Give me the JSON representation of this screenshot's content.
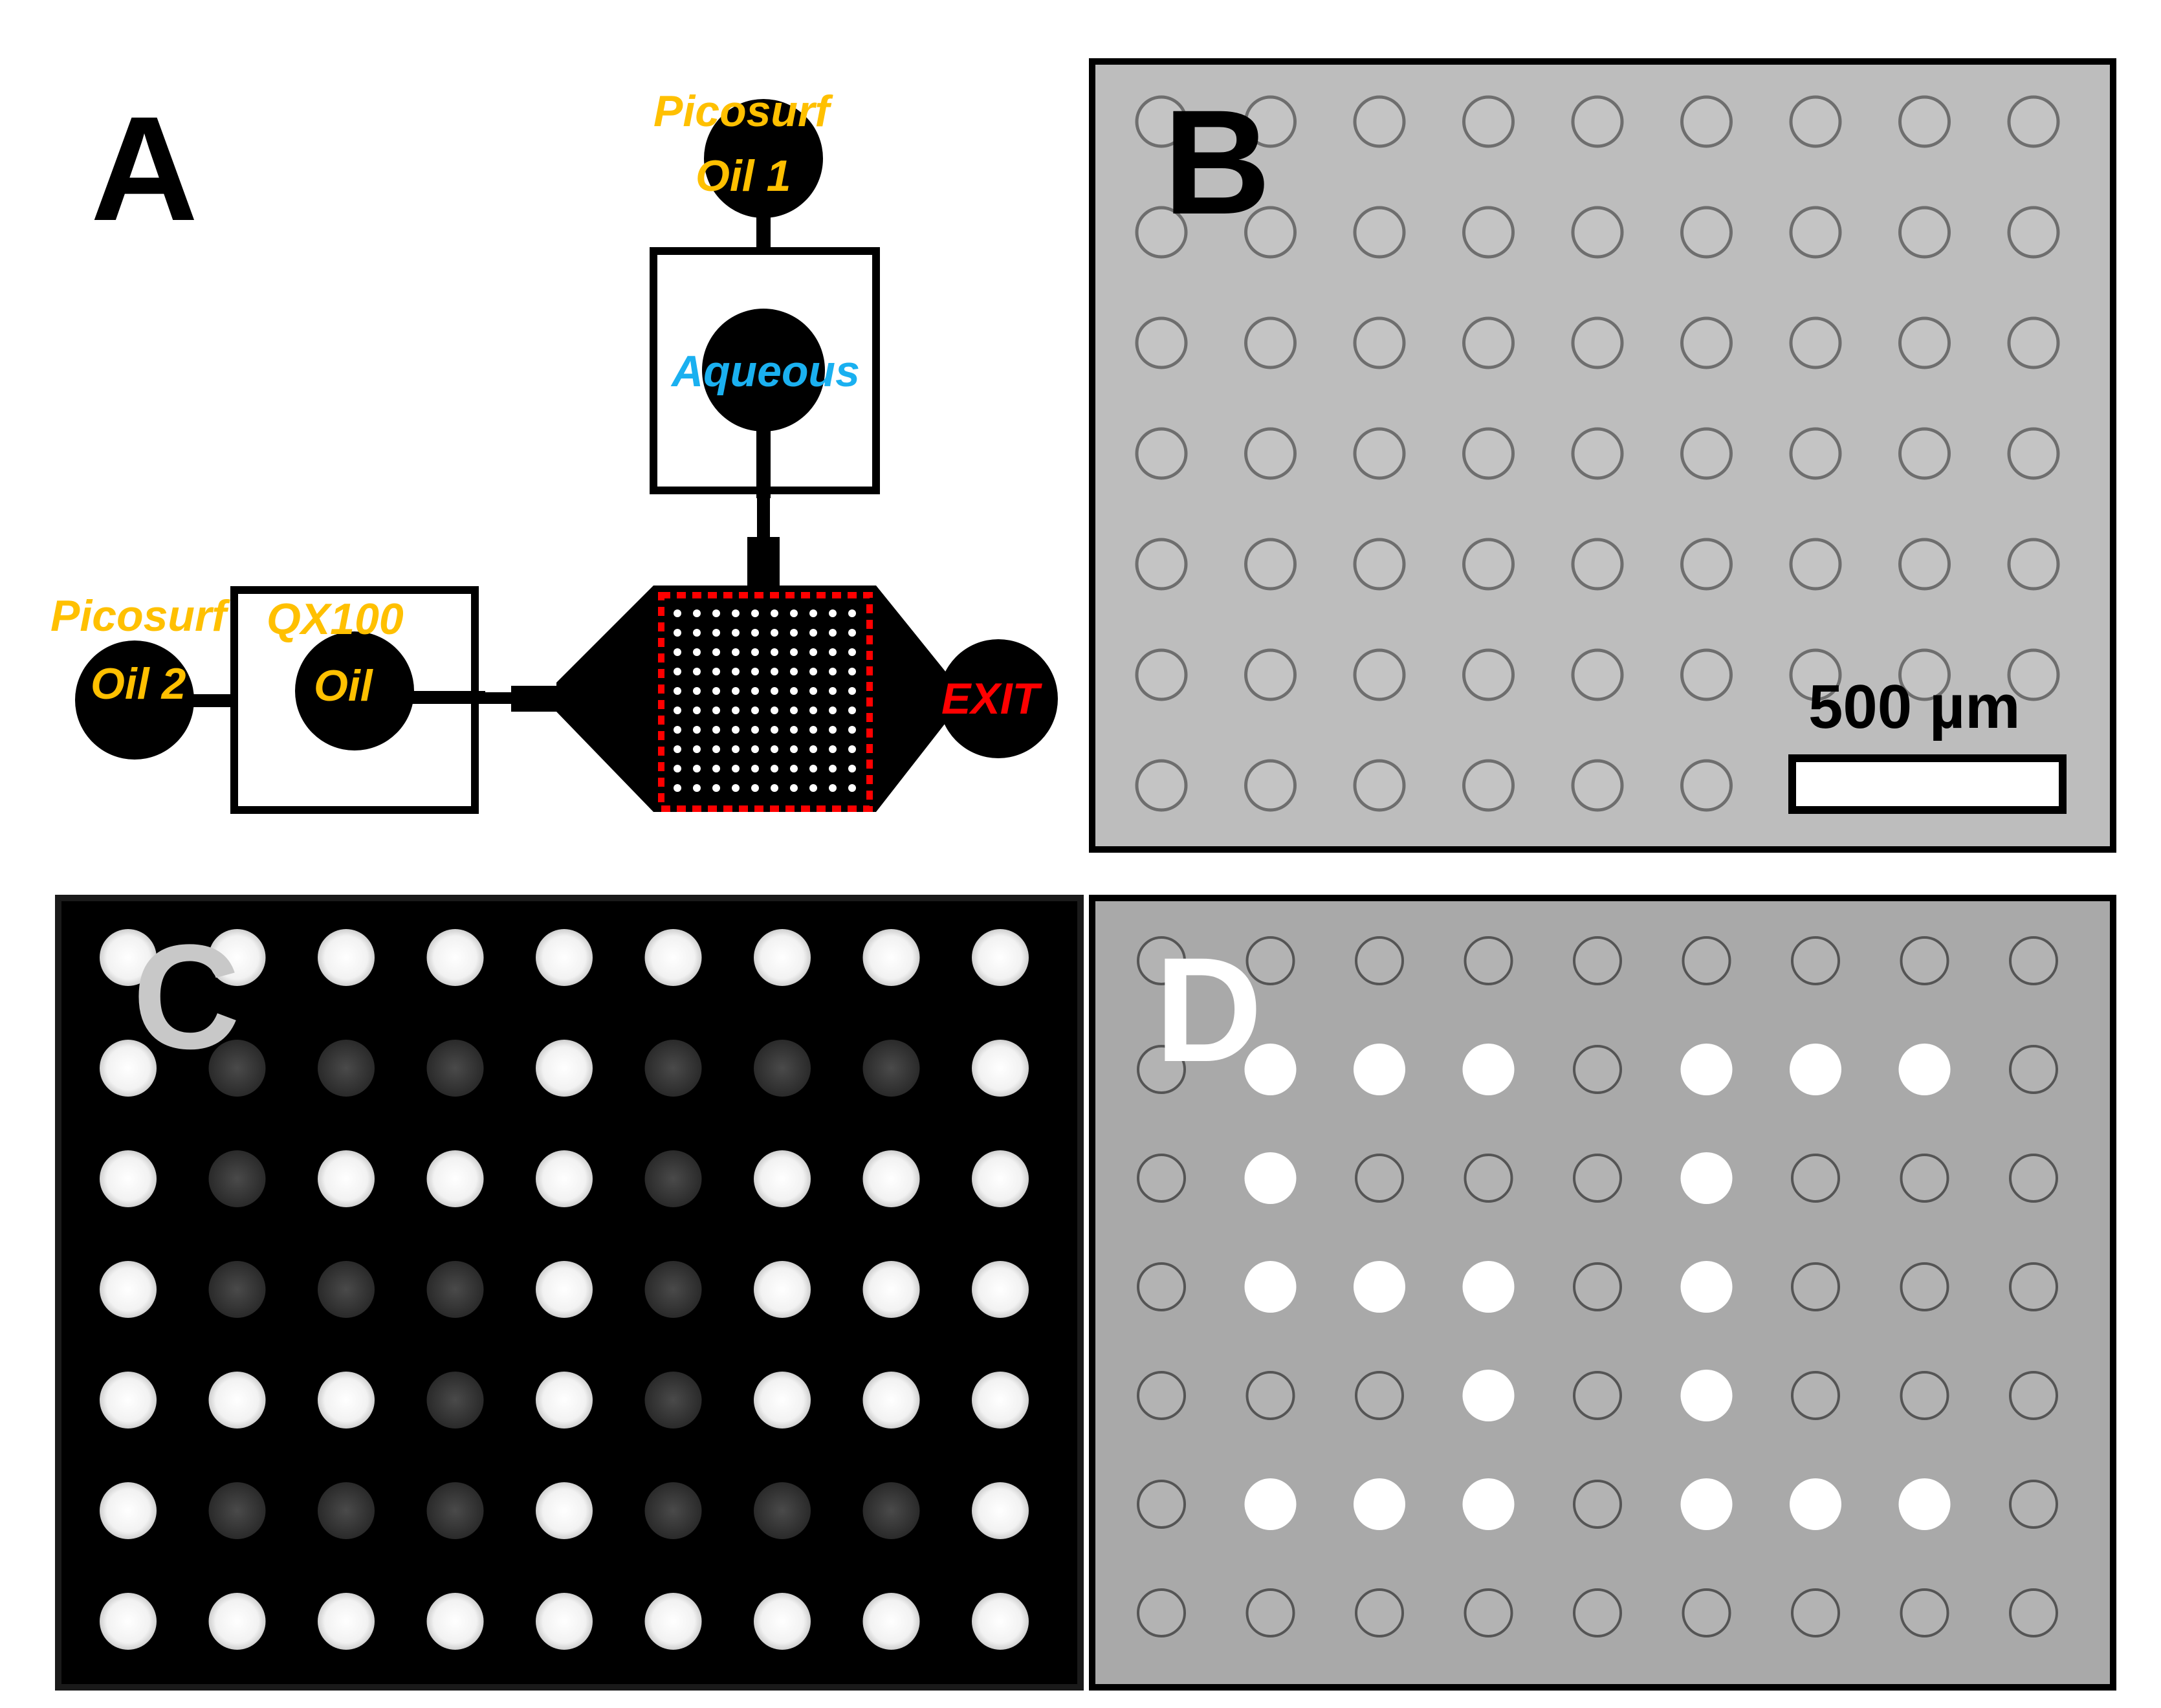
{
  "panels": {
    "a": {
      "letter": "A"
    },
    "b": {
      "letter": "B",
      "scale_bar_label": "500 µm"
    },
    "c": {
      "letter": "C"
    },
    "d": {
      "letter": "D"
    }
  },
  "device": {
    "inlet_oil1_line1": "Picosurf",
    "inlet_oil1_line2": "Oil 1",
    "inlet_aqueous": "Aqueous",
    "inlet_oil2_line1": "Picosurf",
    "inlet_oil2_line2": "Oil 2",
    "inlet_qx_line1": "QX100",
    "inlet_qx_line2": "Oil",
    "outlet": "EXIT"
  },
  "array": {
    "rows": 7,
    "cols": 9
  },
  "panel_c_intensity": [
    [
      "bright",
      "bright",
      "bright",
      "bright",
      "bright",
      "bright",
      "bright",
      "bright",
      "bright"
    ],
    [
      "bright",
      "dim",
      "dim",
      "dim",
      "bright",
      "dim",
      "dim",
      "dim",
      "bright"
    ],
    [
      "bright",
      "dim",
      "bright",
      "bright",
      "bright",
      "dim",
      "bright",
      "bright",
      "bright"
    ],
    [
      "bright",
      "dim",
      "dim",
      "dim",
      "bright",
      "dim",
      "bright",
      "bright",
      "bright"
    ],
    [
      "bright",
      "bright",
      "bright",
      "dim",
      "bright",
      "dim",
      "bright",
      "bright",
      "bright"
    ],
    [
      "bright",
      "dim",
      "dim",
      "dim",
      "bright",
      "dim",
      "dim",
      "dim",
      "bright"
    ],
    [
      "bright",
      "bright",
      "bright",
      "bright",
      "bright",
      "bright",
      "bright",
      "bright",
      "bright"
    ]
  ],
  "panel_d_intensity": [
    [
      0,
      0,
      0,
      0,
      0,
      0,
      0,
      0,
      0
    ],
    [
      0,
      1,
      1,
      1,
      0,
      1,
      1,
      1,
      0
    ],
    [
      0,
      1,
      0,
      0,
      0,
      1,
      0,
      0,
      0
    ],
    [
      0,
      1,
      1,
      1,
      0,
      1,
      0,
      0,
      0
    ],
    [
      0,
      0,
      0,
      1,
      0,
      1,
      0,
      0,
      0
    ],
    [
      0,
      1,
      1,
      1,
      0,
      1,
      1,
      1,
      0
    ],
    [
      0,
      0,
      0,
      0,
      0,
      0,
      0,
      0,
      0
    ]
  ],
  "colors": {
    "label_oil": "#ffc000",
    "label_aqueous": "#1ab0f0",
    "label_exit": "#ff0000",
    "chamber_outline": "#ff0000",
    "micrograph_bg": "#bdbdbd",
    "fluor_bg": "#000000"
  }
}
